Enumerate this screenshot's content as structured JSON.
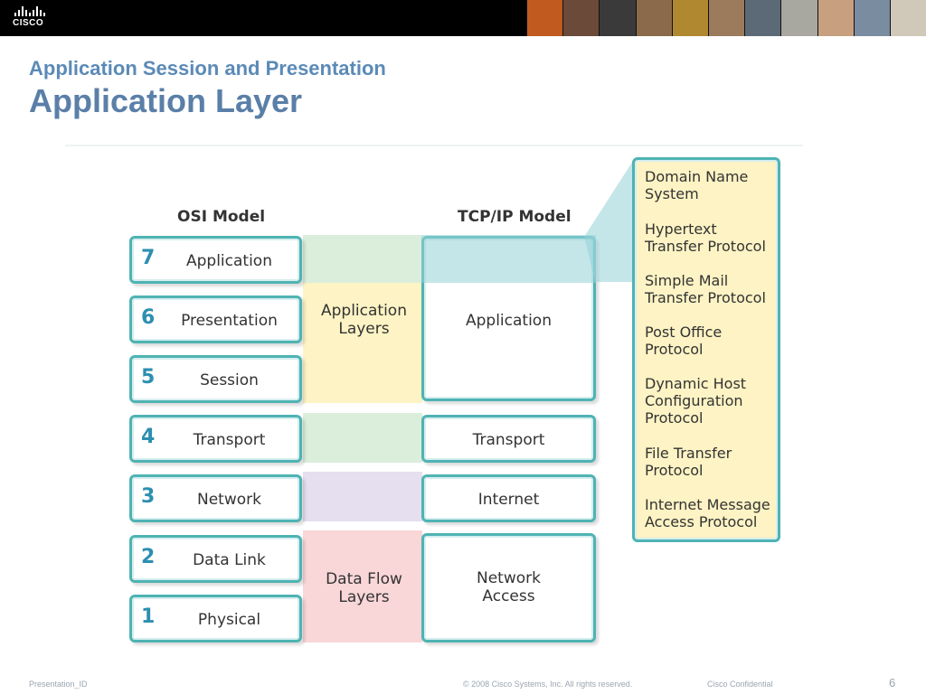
{
  "header": {
    "logo_text": "CISCO"
  },
  "slide": {
    "subtitle": "Application Session and Presentation",
    "title": "Application Layer"
  },
  "diagram": {
    "osi_heading": "OSI Model",
    "tcpip_heading": "TCP/IP Model",
    "osi_layers": [
      {
        "number": "7",
        "name": "Application"
      },
      {
        "number": "6",
        "name": "Presentation"
      },
      {
        "number": "5",
        "name": "Session"
      },
      {
        "number": "4",
        "name": "Transport"
      },
      {
        "number": "3",
        "name": "Network"
      },
      {
        "number": "2",
        "name": "Data Link"
      },
      {
        "number": "1",
        "name": "Physical"
      }
    ],
    "groups": {
      "upper_line1": "Application",
      "upper_line2": "Layers",
      "lower_line1": "Data Flow",
      "lower_line2": "Layers"
    },
    "tcpip_layers": [
      {
        "name": "Application"
      },
      {
        "name": "Transport"
      },
      {
        "name": "Internet"
      },
      {
        "name_line1": "Network",
        "name_line2": "Access"
      }
    ],
    "protocols": [
      {
        "line1": "Domain Name",
        "line2": "System"
      },
      {
        "line1": "Hypertext",
        "line2": "Transfer Protocol"
      },
      {
        "line1": "Simple Mail",
        "line2": "Transfer Protocol"
      },
      {
        "line1": "Post Office",
        "line2": "Protocol"
      },
      {
        "line1": "Dynamic Host",
        "line2": "Configuration",
        "line3": "Protocol"
      },
      {
        "line1": "File Transfer",
        "line2": "Protocol"
      },
      {
        "line1": "Internet Message",
        "line2": "Access Protocol"
      }
    ],
    "colors": {
      "border": "#4fb3b3",
      "number": "#2d8fb0",
      "band_green": "#dbeedb",
      "band_yellow": "#fdf3c4",
      "band_purple": "#e6dff0",
      "band_pink": "#f9d6d8",
      "title": "#5a7fa8"
    }
  },
  "footer": {
    "presentation_id": "Presentation_ID",
    "copyright": "© 2008 Cisco Systems, Inc. All rights reserved.",
    "confidential": "Cisco Confidential",
    "page_number": "6"
  }
}
